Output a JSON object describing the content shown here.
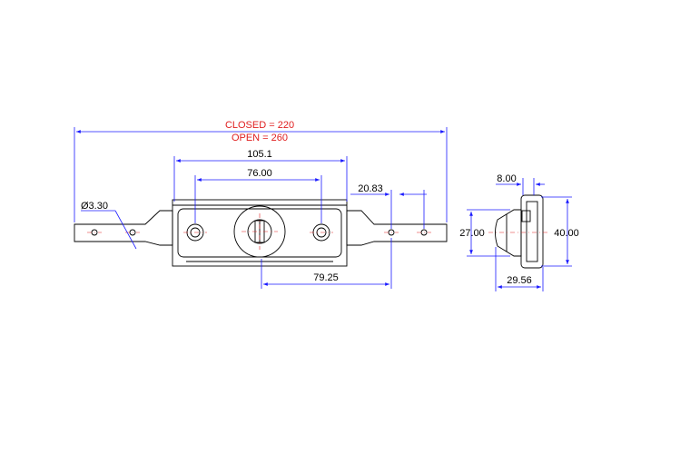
{
  "drawing": {
    "colors": {
      "part_outline": "#000000",
      "dimension_line": "#1a1aff",
      "centerline": "#e02020",
      "callout_text": "#e02020"
    },
    "overall_length": {
      "closed_label": "CLOSED = 220",
      "open_label": "OPEN = 260"
    },
    "dimensions": {
      "body_width": "105.1",
      "hole_spacing": "76.00",
      "bar_hole_spacing": "20.83",
      "cam_to_hole": "79.25",
      "hole_diameter": "Ø3.30",
      "side_top": "8.00",
      "side_inner_height": "27.00",
      "side_outer_height": "40.00",
      "side_depth": "29.56"
    }
  }
}
